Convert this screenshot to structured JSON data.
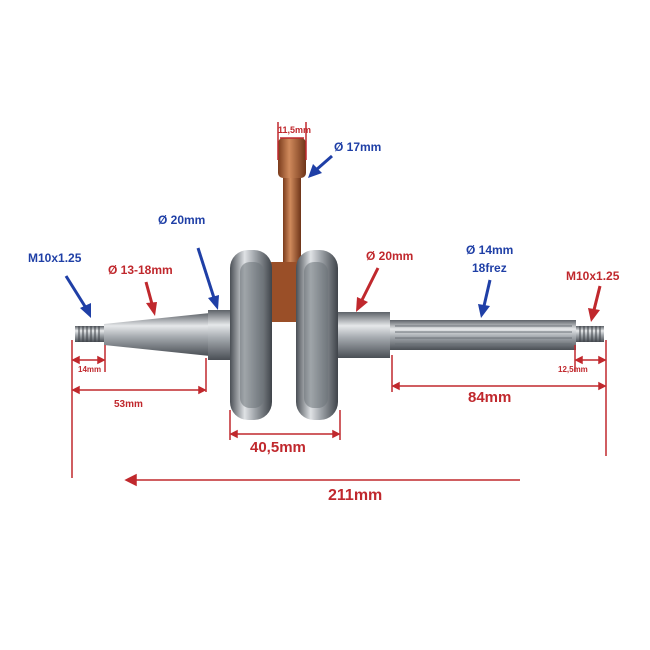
{
  "labels": {
    "pin_width": "11,5mm",
    "small_end_dia": "Ø 17mm",
    "left_bearing_dia": "Ø 20mm",
    "left_thread": "M10x1.25",
    "taper_dia": "Ø 13-18mm",
    "right_bearing_dia": "Ø 20mm",
    "spline_dia": "Ø 14mm",
    "spline_count": "18frez",
    "right_thread": "M10x1.25",
    "left_thread_length": "14mm",
    "left_shaft_length": "53mm",
    "web_width": "40,5mm",
    "right_shaft_length": "84mm",
    "right_thread_length": "12,5mm",
    "total_length": "211mm"
  },
  "colors": {
    "dimension_red": "#c0282d",
    "pointer_blue": "#1f3fa6",
    "steel": "#9aa0a6",
    "copper": "#b5653a"
  }
}
